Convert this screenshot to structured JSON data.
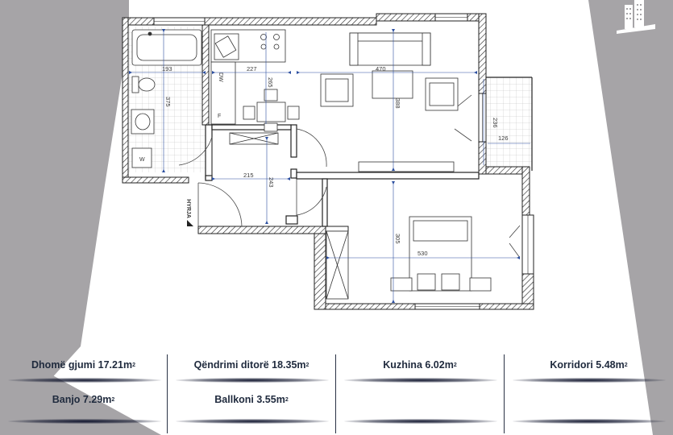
{
  "plan": {
    "entry_label": "HYRJA",
    "dimensions": {
      "bath_w": "193",
      "bath_h": "375",
      "kitchen_w": "227",
      "kitchen_h": "265",
      "living_w": "470",
      "living_h": "388",
      "balcony_h": "236",
      "balcony_w": "126",
      "hall_w": "215",
      "hall_h": "243",
      "bed_h": "305",
      "bed_w": "530"
    },
    "appliance_labels": {
      "dishwasher": "DW",
      "fridge": "F",
      "washer": "W"
    }
  },
  "areas": {
    "row1": [
      {
        "label": "Dhomë gjumi 17.21m",
        "sup": "2"
      },
      {
        "label": "Qëndrimi ditorë 18.35m",
        "sup": "2"
      },
      {
        "label": "Kuzhina 6.02m",
        "sup": "2"
      },
      {
        "label": "Korridori 5.48m",
        "sup": "2"
      }
    ],
    "row2": [
      {
        "label": "Banjo 7.29m",
        "sup": "2"
      },
      {
        "label": "Ballkoni 3.55m",
        "sup": "2"
      },
      {
        "label": "",
        "sup": ""
      },
      {
        "label": "",
        "sup": ""
      }
    ]
  },
  "colors": {
    "grey": "#a6a4a7",
    "text": "#1f2a3d",
    "dimension": "#2c4fa0",
    "wall": "#222222"
  }
}
